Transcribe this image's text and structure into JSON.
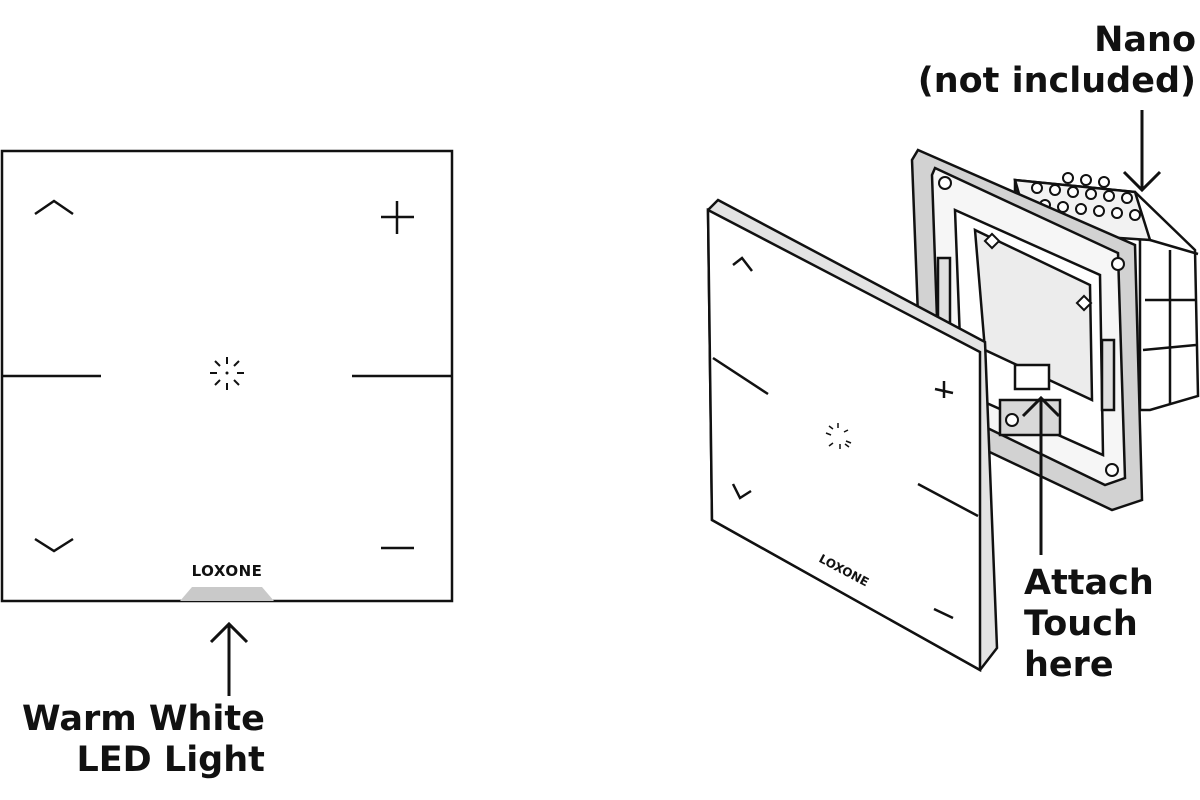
{
  "front_panel": {
    "brand": "LOXONE",
    "led_label": {
      "line1": "Warm White",
      "line2": "LED Light"
    }
  },
  "mounting": {
    "brand": "LOXONE",
    "nano_label": {
      "line1": "Nano",
      "line2": "(not included)"
    },
    "attach_label": {
      "line1": "Attach",
      "line2": "Touch",
      "line3": "here"
    }
  },
  "colors": {
    "ink": "#111111",
    "led_strip": "#c9c9c9",
    "frame_grey": "#d2d2d2",
    "module_grey": "#e6e6e6"
  }
}
